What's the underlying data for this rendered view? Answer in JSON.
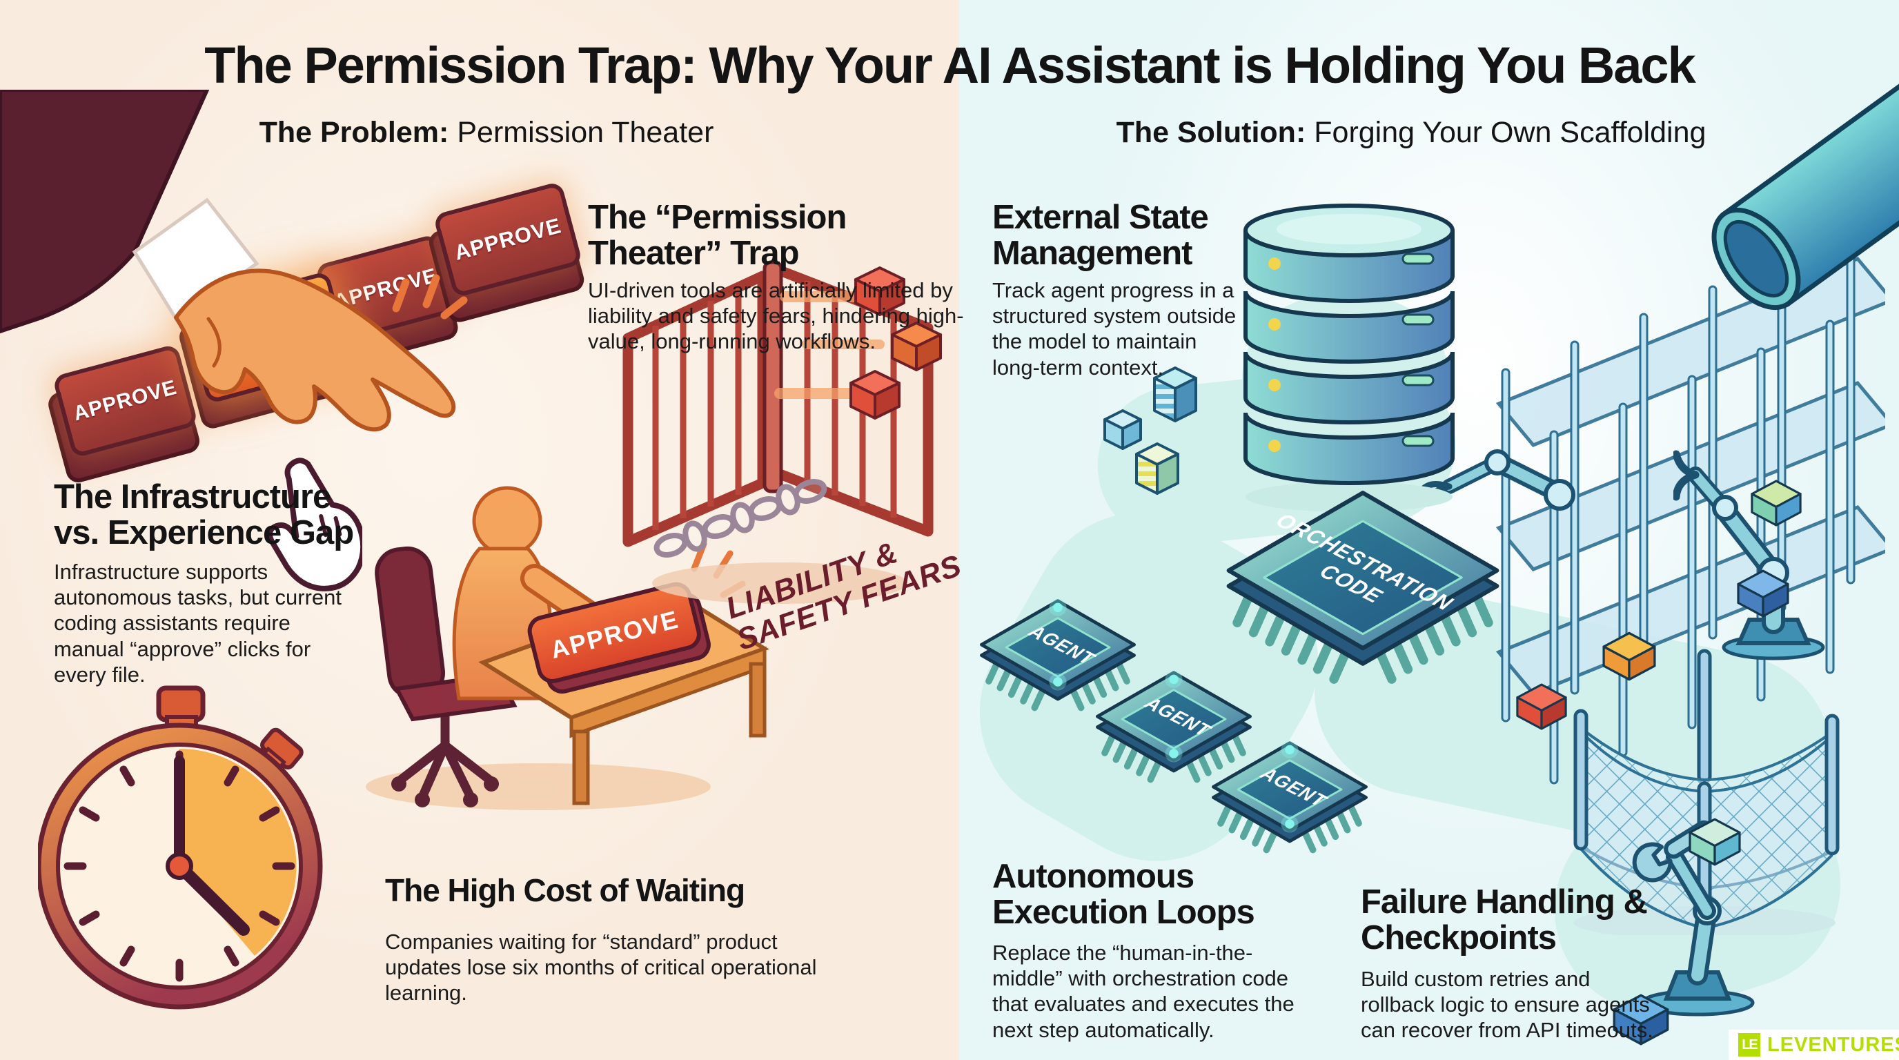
{
  "title": "The Permission Trap: Why Your AI Assistant is Holding You Back",
  "brand": {
    "mark": "LE",
    "name": "LEVENTURES"
  },
  "problem": {
    "label": "The Problem:",
    "name": "Permission Theater",
    "sections": {
      "trap": {
        "heading": "The “Permission Theater” Trap",
        "body": "UI-driven tools are artificially limited by liability and safety fears, hindering high-value, long-running workflows."
      },
      "gap": {
        "heading": "The Infrastructure vs. Experience Gap",
        "body": "Infrastructure supports autonomous tasks, but current coding assistants require manual “approve” clicks for every file."
      },
      "cost": {
        "heading": "The High Cost of Waiting",
        "body": "Companies waiting for “standard” product updates lose six months of critical operational learning."
      }
    },
    "labels": {
      "approve": "APPROVE",
      "liability_line1": "LIABILITY &",
      "liability_line2": "SAFETY FEARS"
    }
  },
  "solution": {
    "label": "The Solution:",
    "name": "Forging Your Own Scaffolding",
    "sections": {
      "state": {
        "heading": "External State Management",
        "body": "Track agent progress in a structured system outside the model to maintain long-term context."
      },
      "loops": {
        "heading": "Autonomous Execution Loops",
        "body": "Replace the “human-in-the-middle” with orchestration code that evaluates and executes the next step automatically."
      },
      "failure": {
        "heading": "Failure Handling & Checkpoints",
        "body": "Build custom retries and rollback logic to ensure agents can recover from API timeouts."
      }
    },
    "labels": {
      "orchestration_line1": "ORCHESTRATION",
      "orchestration_line2": "CODE",
      "agent": "AGENT"
    }
  },
  "colors": {
    "left_bg": "#f9ecdf",
    "right_bg": "#e7f6f7",
    "accent_orange": "#e8642c",
    "button_red": "#b8453a",
    "deep_maroon": "#6b1d2c",
    "skin": "#f2a35c",
    "teal_path": "#d2f1ed",
    "chip_teal": "#2f7d96",
    "chip_mint": "#8fe3cf",
    "steel_blue": "#2f6f92",
    "light_blue": "#bfe6f2",
    "lime": "#b4dd00",
    "text": "#141414"
  },
  "illustrations": [
    "pointing-hand",
    "approve-buttons",
    "cursor-hand",
    "stopwatch",
    "worker-at-desk",
    "chain",
    "liability-gate",
    "flying-blocks",
    "database",
    "server-towers",
    "orchestration-chip",
    "agent-chips",
    "scaffolding",
    "robot-arms",
    "pipe",
    "safety-net",
    "blocks-path"
  ]
}
